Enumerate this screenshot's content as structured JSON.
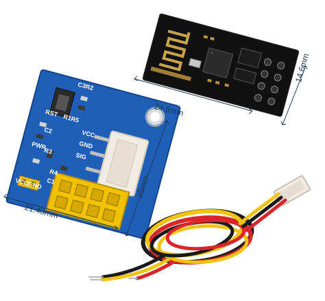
{
  "dimensions": {
    "esp01_length": "24.8mm",
    "esp01_width": "14.6mm",
    "board_height": "25mm",
    "board_width": "21.40mm"
  },
  "silkscreen": {
    "c3r2": "C3R2",
    "rst": "RST",
    "r1r5": "R1R5",
    "c2": "C2",
    "pwr": "PWR",
    "r3": "R3",
    "vcc_right": "VCC",
    "gnd_right": "GND",
    "sig": "SIG",
    "r4": "R4",
    "c1": "C1",
    "vcc_gnd_bottom": "VCCGND"
  },
  "colors": {
    "pcb_blue": "#1f5fb8",
    "esp_black": "#111111",
    "header_yellow": "#f2c200",
    "connector_white": "#f1ece3",
    "wire_red": "#d9262c",
    "wire_black": "#1a1a1a",
    "wire_yellow": "#f1c40f"
  }
}
